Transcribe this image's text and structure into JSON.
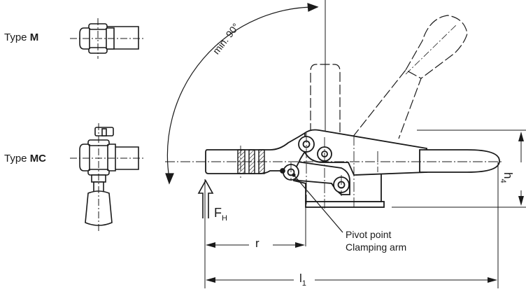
{
  "labels": {
    "type_m_prefix": "Type ",
    "type_m_bold": "M",
    "type_mc_prefix": "Type ",
    "type_mc_bold": "MC",
    "angle": "min. 90°",
    "force_main": "F",
    "force_sub": "H",
    "pivot_line1": "Pivot point",
    "pivot_line2": "Clamping arm",
    "dim_r": "r",
    "dim_l_main": "l",
    "dim_l_sub": "1",
    "dim_h_main": "h",
    "dim_h_sub": "4"
  },
  "colors": {
    "line": "#1a1a1a",
    "fill": "#ffffff",
    "hatch": "#1a1a1a"
  }
}
